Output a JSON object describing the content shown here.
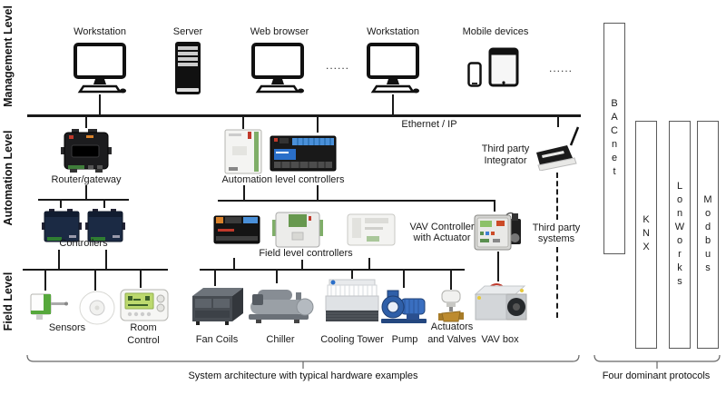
{
  "levels": {
    "management": "Management Level",
    "automation": "Automation Level",
    "field": "Field Level"
  },
  "management": {
    "workstation1_label": "Workstation",
    "server_label": "Server",
    "web_browser_label": "Web browser",
    "dots_mid": "......",
    "workstation2_label": "Workstation",
    "mobile_devices_label": "Mobile devices",
    "dots_right": "......"
  },
  "network": {
    "bus_label": "Ethernet / IP"
  },
  "automation": {
    "router_label": "Router/gateway",
    "automation_controllers_label": "Automation level controllers",
    "controllers_label": "Controllers",
    "field_controllers_label": "Field level controllers",
    "vav_controller_label_line1": "VAV Controller",
    "vav_controller_label_line2": "with Actuator",
    "integrator_label_line1": "Third party",
    "integrator_label_line2": "Integrator",
    "third_party_systems_line1": "Third party",
    "third_party_systems_line2": "systems"
  },
  "field": {
    "sensors_label": "Sensors",
    "room_control_line1": "Room",
    "room_control_line2": "Control",
    "fan_coils_label": "Fan Coils",
    "chiller_label": "Chiller",
    "cooling_tower_label": "Cooling Tower",
    "pump_label": "Pump",
    "actuators_line1": "Actuators",
    "actuators_line2": "and Valves",
    "vav_box_label": "VAV box"
  },
  "protocols": {
    "bacnet": "BACnet",
    "knx": "KNX",
    "lonworks": "LonWorks",
    "modbus": "Modbus"
  },
  "captions": {
    "architecture": "System architecture with typical hardware examples",
    "protocols": "Four dominant protocols"
  },
  "colors": {
    "line": "#1a1a1a",
    "sensor_green": "#56a83c",
    "lcd_green": "#bcd96e",
    "pump_blue": "#2f5fa8",
    "brass": "#bd8b2f",
    "terminal_blue": "#4a90d9",
    "terminal_orange": "#d9822b",
    "controller_navy": "#1b2a44"
  }
}
